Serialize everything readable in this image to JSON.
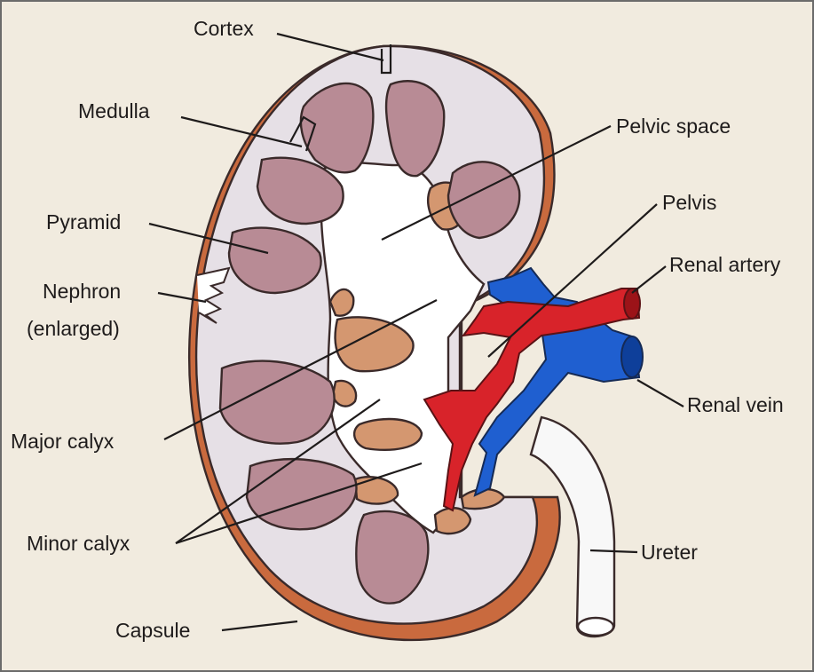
{
  "labels": {
    "cortex": "Cortex",
    "medulla": "Medulla",
    "pyramid": "Pyramid",
    "nephron_line1": "Nephron",
    "nephron_line2": "(enlarged)",
    "major_calyx": "Major calyx",
    "minor_calyx": "Minor calyx",
    "capsule": "Capsule",
    "pelvic_space": "Pelvic space",
    "pelvis": "Pelvis",
    "renal_artery": "Renal artery",
    "renal_vein": "Renal vein",
    "ureter": "Ureter"
  },
  "colors": {
    "background": "#f1ebdf",
    "capsule": "#c96a3e",
    "cortex": "#e6e0e6",
    "pyramid": "#b88b95",
    "calyx_tissue": "#d49770",
    "pelvic_space": "#ffffff",
    "artery": "#d8232a",
    "vein": "#1f5fd0",
    "ureter": "#f8f8f8",
    "line": "#1e1b1b"
  }
}
